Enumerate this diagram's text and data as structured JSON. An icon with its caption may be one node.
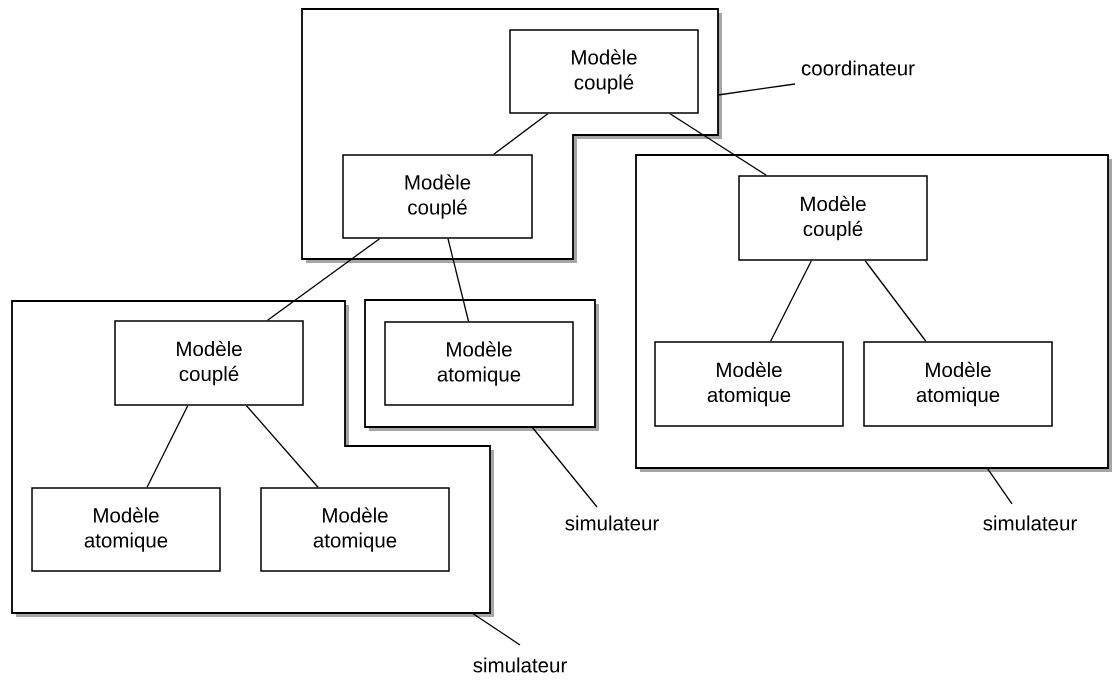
{
  "diagram": {
    "nodes": [
      {
        "text": [],
        "shape": "box"
      },
      {
        "text": [
          "Modèle couplé"
        ],
        "in": 0
      },
      {
        "text": [
          "Modèle couplé"
        ],
        "in": 0
      },
      {
        "text": [],
        "shape": "box"
      },
      {
        "text": [
          "Modèle couplé"
        ],
        "in": 3
      },
      {
        "text": [
          "Modèle atomique"
        ],
        "in": 3
      },
      {
        "text": [
          "Modèle atomique"
        ],
        "in": 3
      },
      {
        "text": [],
        "shape": "box"
      },
      {
        "text": [
          "Modèle atomique"
        ],
        "in": 7
      },
      {
        "text": [],
        "shape": "box"
      },
      {
        "text": [
          "Modèle couplé"
        ],
        "in": 9
      },
      {
        "text": [
          "Modèle atomique"
        ],
        "in": 9
      },
      {
        "text": [
          "Modèle atomique"
        ],
        "in": 9
      },
      {
        "text": [
          "coordinateur"
        ]
      },
      {
        "text": [
          "simulateur"
        ]
      },
      {
        "text": [
          "simulateur"
        ]
      },
      {
        "text": [
          "simulateur"
        ]
      }
    ],
    "edges": [
      {
        "from": 1,
        "to": 2,
        "arrow": "none"
      },
      {
        "from": 1,
        "to": 10,
        "arrow": "none"
      },
      {
        "from": 2,
        "to": 4,
        "arrow": "none"
      },
      {
        "from": 2,
        "to": 8,
        "arrow": "none"
      },
      {
        "from": 4,
        "to": 5,
        "arrow": "none"
      },
      {
        "from": 4,
        "to": 6,
        "arrow": "none"
      },
      {
        "from": 10,
        "to": 11,
        "arrow": "none"
      },
      {
        "from": 10,
        "to": 12,
        "arrow": "none"
      },
      {
        "from": 13,
        "to": 0,
        "arrow": "none"
      },
      {
        "from": 14,
        "to": 7,
        "arrow": "none"
      },
      {
        "from": 15,
        "to": 9,
        "arrow": "none"
      },
      {
        "from": 16,
        "to": 3,
        "arrow": "none"
      }
    ]
  }
}
